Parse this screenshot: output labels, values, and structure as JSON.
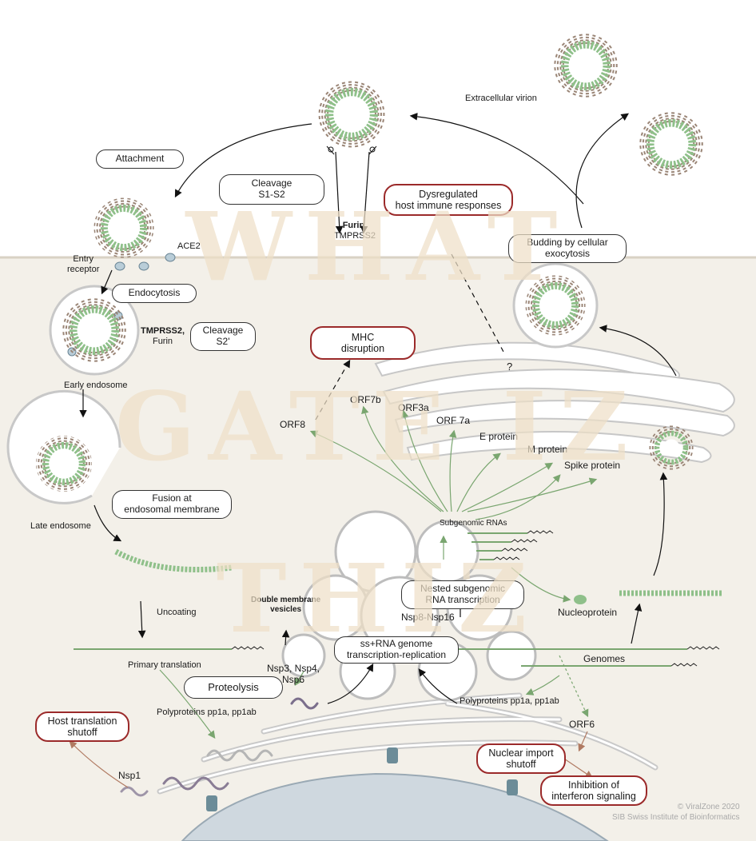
{
  "labels": {
    "extracellular_virion": "Extracellular virion",
    "ace2": "ACE2",
    "entry_receptor_1": "Entry",
    "entry_receptor_2": "receptor",
    "furin_top": "Furin,",
    "tmprss2_top": "TMPRSS2",
    "tmprss2_mid": "TMPRSS2,",
    "furin_mid": "Furin",
    "early_endosome": "Early endosome",
    "late_endosome": "Late endosome",
    "uncoating": "Uncoating",
    "primary_translation": "Primary translation",
    "polyproteins_left": "Polyproteins pp1a, pp1ab",
    "polyproteins_right": "Polyproteins pp1a, pp1ab",
    "nsp1": "Nsp1",
    "nsp3_4": "Nsp3, Nsp4,",
    "nsp6": "Nsp6",
    "dmv_1": "Double membrane",
    "dmv_2": "vesicles",
    "nsp8_16": "Nsp8-Nsp16",
    "orf8": "ORF8",
    "orf7b": "ORF7b",
    "orf3a": "ORF3a",
    "orf7a": "ORF 7a",
    "e_protein": "E protein",
    "m_protein": "M protein",
    "spike_protein": "Spike protein",
    "subgenomic_rnas": "Subgenomic RNAs",
    "nucleoprotein": "Nucleoprotein",
    "genomes": "Genomes",
    "orf6": "ORF6",
    "question": "?"
  },
  "boxes": {
    "attachment": "Attachment",
    "cleavage_s1s2_1": "Cleavage",
    "cleavage_s1s2_2": "S1-S2",
    "endocytosis": "Endocytosis",
    "cleavage_s2_1": "Cleavage",
    "cleavage_s2_2": "S2'",
    "fusion_1": "Fusion at",
    "fusion_2": "endosomal membrane",
    "proteolysis": "Proteolysis",
    "nested_1": "Nested subgenomic",
    "nested_2": "RNA transcription",
    "genome_1": "ss+RNA genome",
    "genome_2": "transcription-replication",
    "budding_1": "Budding by cellular",
    "budding_2": "exocytosis"
  },
  "red_boxes": {
    "dysregulated_1": "Dysregulated",
    "dysregulated_2": "host immune responses",
    "mhc_1": "MHC",
    "mhc_2": "disruption",
    "host_shutoff_1": "Host translation",
    "host_shutoff_2": "shutoff",
    "nuclear_1": "Nuclear import",
    "nuclear_2": "shutoff",
    "interferon_1": "Inhibition of",
    "interferon_2": "interferon signaling"
  },
  "watermark": {
    "line1": "WHAT",
    "line2": "GATE IZ",
    "line3": "THIZ"
  },
  "credit": {
    "line1": "© ViralZone 2020",
    "line2": "SIB Swiss Institute of Bioinformatics"
  },
  "colors": {
    "cytoplasm": "#f3f0e9",
    "virion_core": "#8fc08a",
    "spike": "#9a8576",
    "rna": "#7aa670",
    "red_border": "#9b2a2a",
    "nucleus": "#cfd8df"
  }
}
